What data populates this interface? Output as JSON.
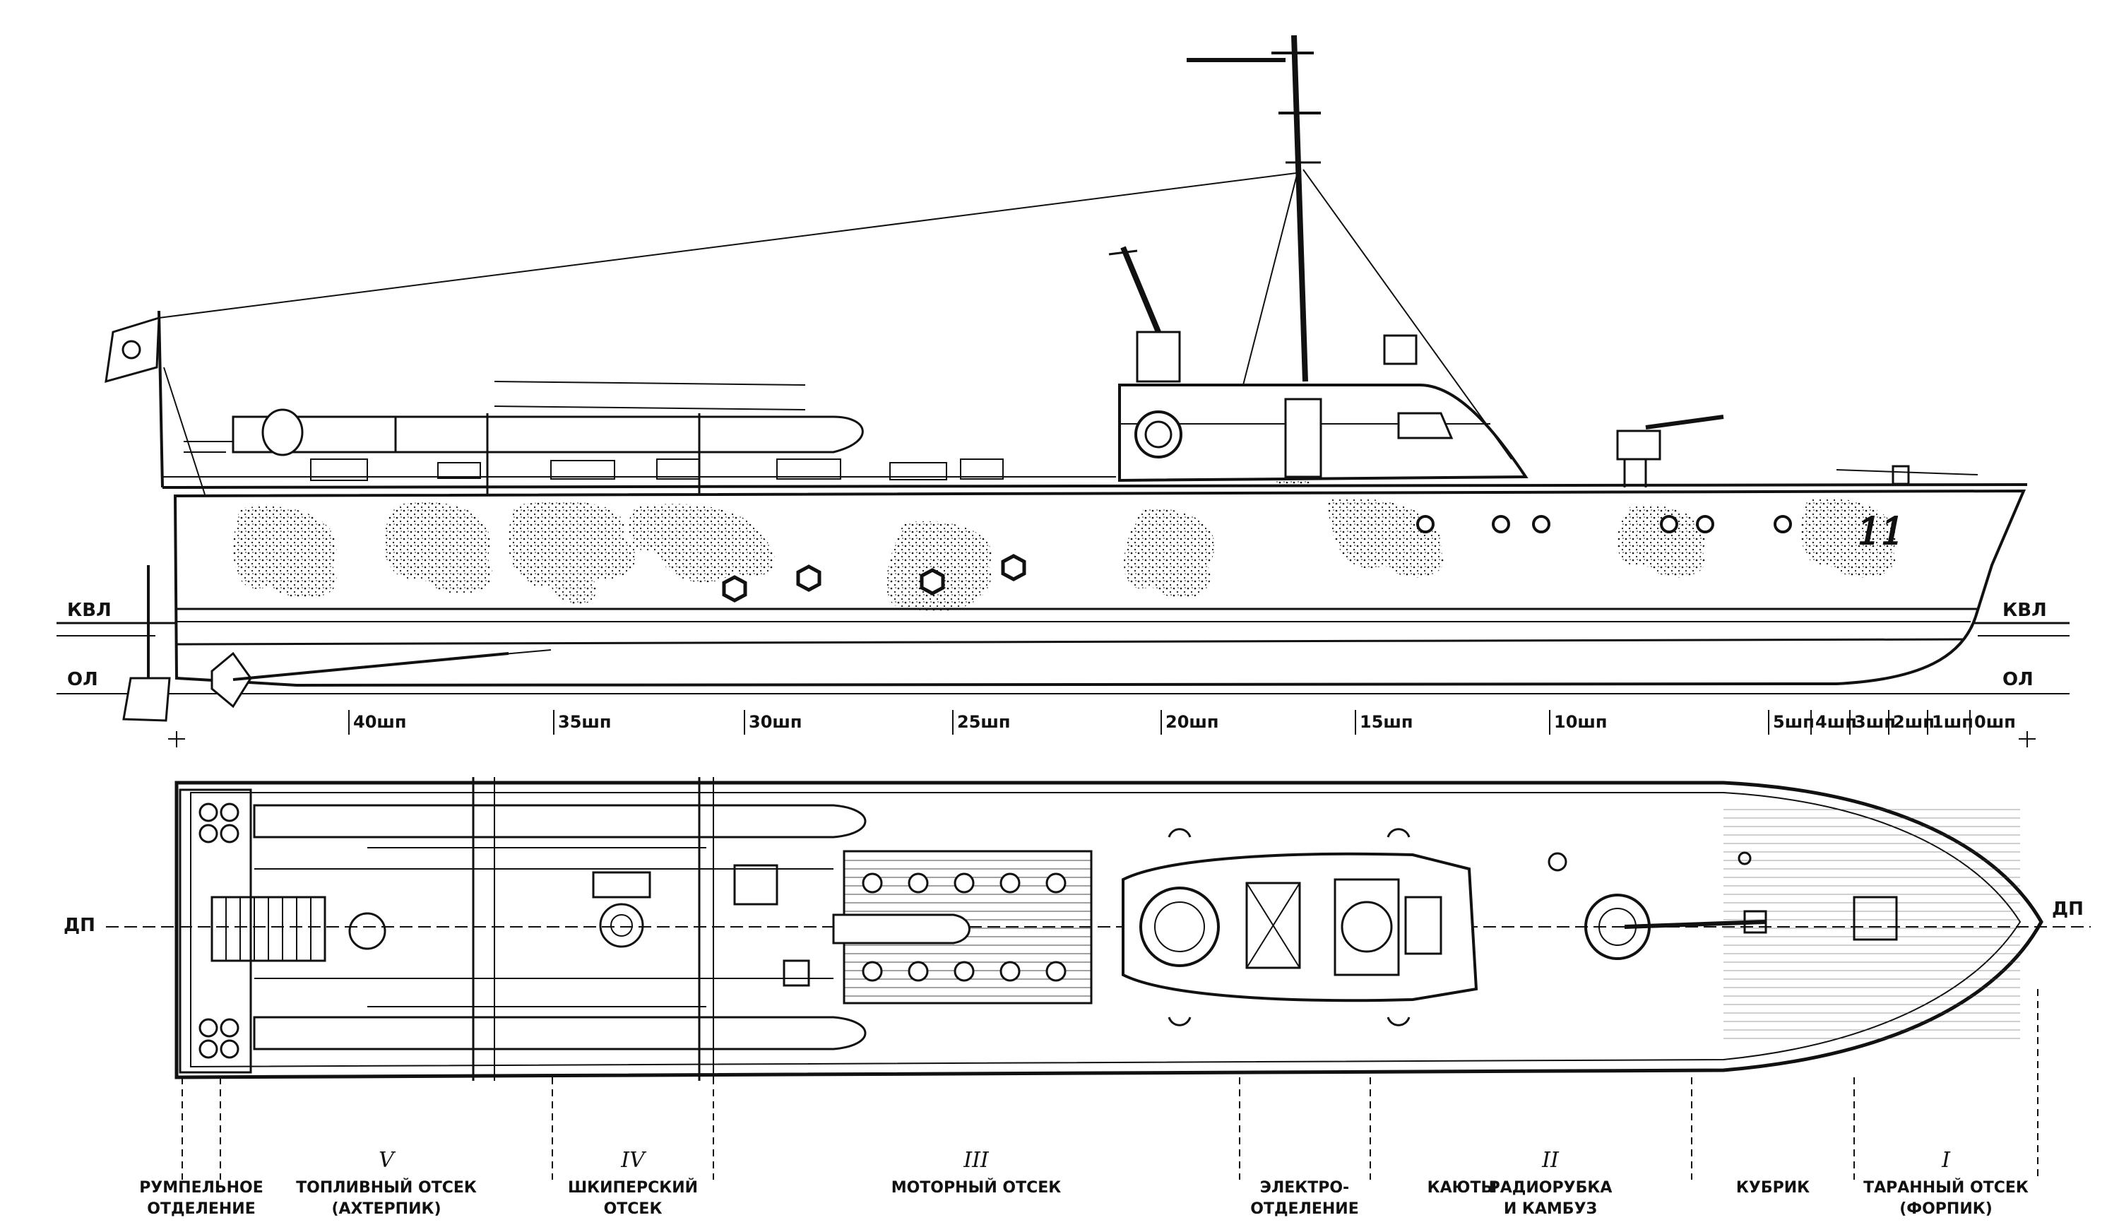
{
  "waterline_labels": {
    "kvl": "КВЛ",
    "ol": "ОЛ",
    "dp": "ДП"
  },
  "hull_number": "11",
  "frames": [
    {
      "label": "40шп"
    },
    {
      "label": "35шп"
    },
    {
      "label": "30шп"
    },
    {
      "label": "25шп"
    },
    {
      "label": "20шп"
    },
    {
      "label": "15шп"
    },
    {
      "label": "10шп"
    },
    {
      "label": "5шп"
    },
    {
      "label": "4шп"
    },
    {
      "label": "3шп"
    },
    {
      "label": "2шп"
    },
    {
      "label": "1шп"
    },
    {
      "label": "0шп"
    }
  ],
  "compartments": [
    {
      "numeral": "",
      "line1": "РУМПЕЛЬНОЕ",
      "line2": "ОТДЕЛЕНИЕ"
    },
    {
      "numeral": "V",
      "line1": "ТОПЛИВНЫЙ ОТСЕК",
      "line2": "(АХТЕРПИК)"
    },
    {
      "numeral": "IV",
      "line1": "ШКИПЕРСКИЙ",
      "line2": "ОТСЕК"
    },
    {
      "numeral": "III",
      "line1": "МОТОРНЫЙ     ОТСЕК",
      "line2": ""
    },
    {
      "numeral": "",
      "line1": "ЭЛЕКТРО-",
      "line2": "ОТДЕЛЕНИЕ"
    },
    {
      "numeral": "",
      "line1": "КАЮТЫ",
      "line2": ""
    },
    {
      "numeral": "II",
      "line1": "РАДИОРУБКА",
      "line2": "И КАМБУЗ"
    },
    {
      "numeral": "",
      "line1": "КУБРИК",
      "line2": ""
    },
    {
      "numeral": "I",
      "line1": "ТАРАННЫЙ ОТСЕК",
      "line2": "(ФОРПИК)"
    }
  ]
}
